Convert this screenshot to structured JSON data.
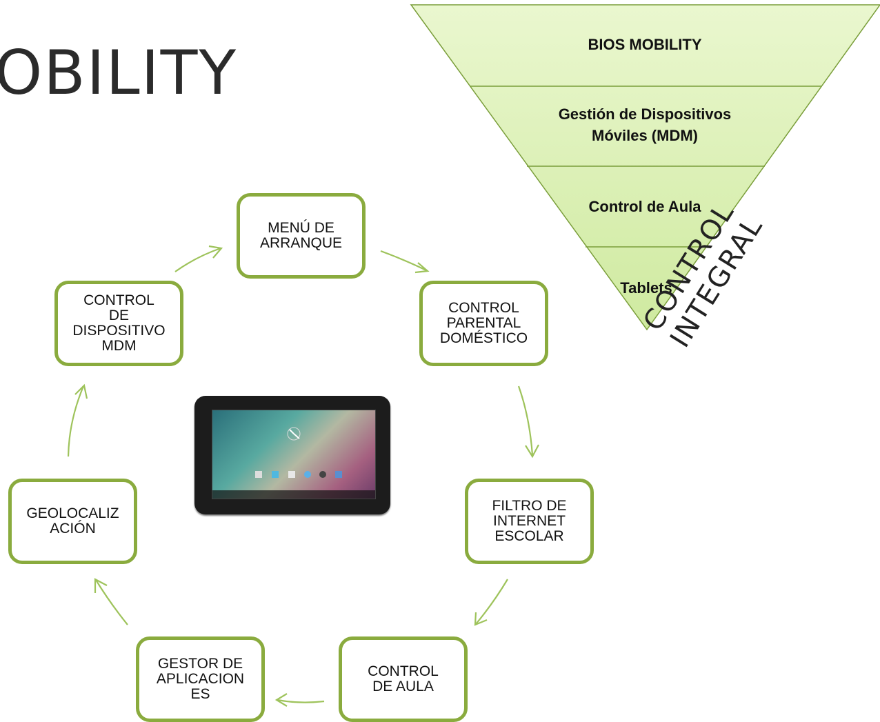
{
  "title": "OBILITY",
  "pyramid": {
    "levels": [
      "BIOS MOBILITY",
      "Gestión de Dispositivos\nMóviles (MDM)",
      "Control de Aula",
      "Tablets"
    ],
    "side_text": "CONTROL INTEGRAL",
    "fill_color": "#d8f0a8",
    "stroke_color": "#7a9e3a"
  },
  "cycle": {
    "border_color": "#8aab3e",
    "arrow_color": "#9ec35b",
    "nodes": [
      "MENÚ DE\nARRANQUE",
      "CONTROL\nPARENTAL\nDOMÉSTICO",
      "FILTRO DE\nINTERNET\nESCOLAR",
      "CONTROL\nDE AULA",
      "GESTOR DE\nAPLICACION\nES",
      "GEOLOCALIZ\nACIÓN",
      "CONTROL\nDE\nDISPOSITIVO\nMDM"
    ]
  },
  "center_image": "tablet-device"
}
